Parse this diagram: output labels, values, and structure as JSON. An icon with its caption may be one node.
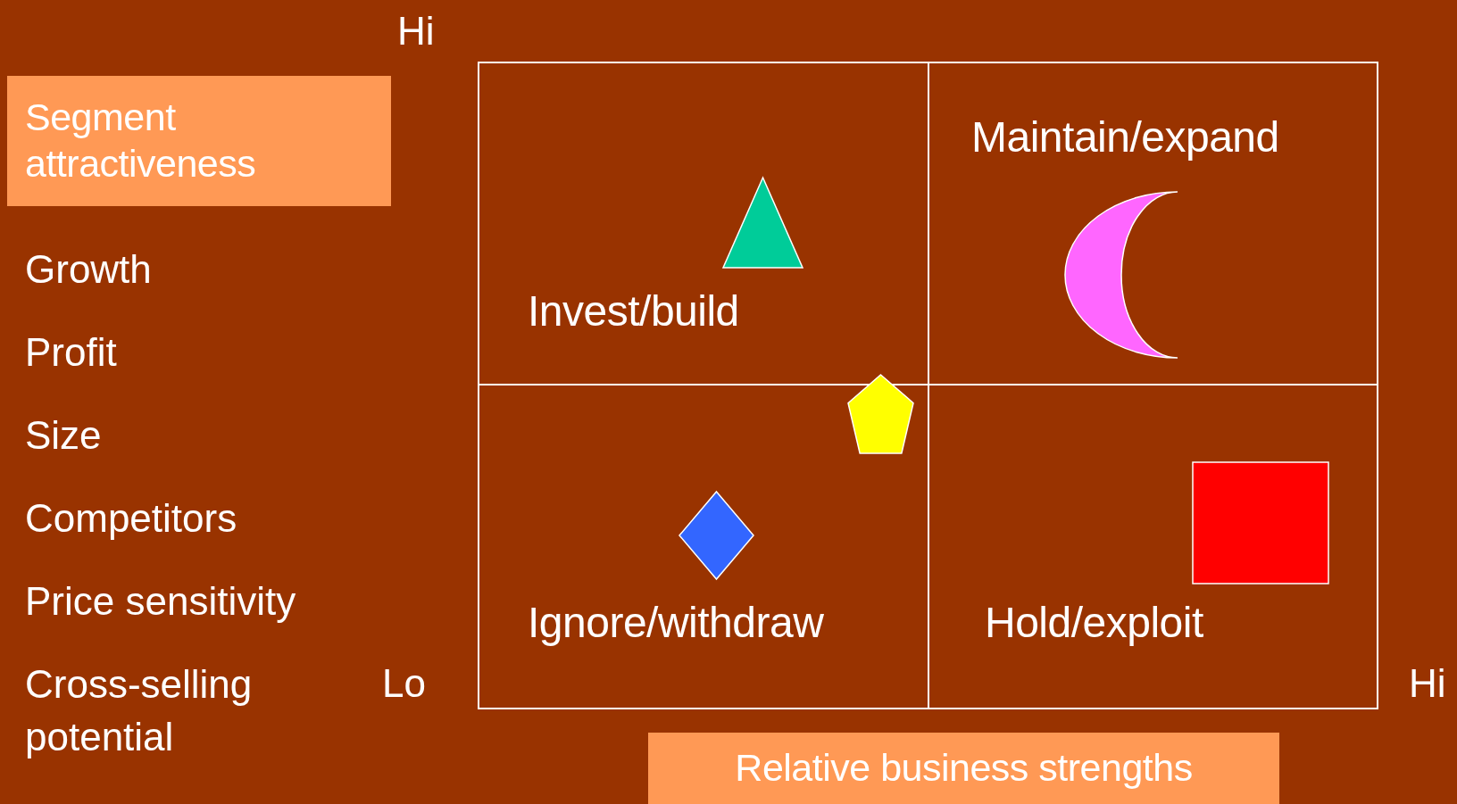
{
  "diagram": {
    "nodes": [
      {
        "text": [
          "Segment attractiveness"
        ]
      },
      {
        "text": [
          "Invest/build"
        ]
      },
      {
        "text": [
          "Maintain/expand"
        ]
      },
      {
        "text": [
          "Ignore/withdraw"
        ]
      },
      {
        "text": [
          "Hold/exploit"
        ]
      },
      {
        "text": [],
        "shape": "triangle",
        "in": 1
      },
      {
        "text": [],
        "shape": "crescent",
        "in": 2
      },
      {
        "text": [],
        "shape": "pentagon"
      },
      {
        "text": [],
        "shape": "diamond",
        "in": 3
      },
      {
        "text": [],
        "shape": "box",
        "in": 4
      },
      {
        "text": [
          "Relative business strengths"
        ]
      }
    ],
    "labels": [
      "Hi",
      "Growth",
      "Profit",
      "Size",
      "Competitors",
      "Price sensitivity",
      "Cross-selling potential",
      "Lo",
      "Hi"
    ]
  }
}
